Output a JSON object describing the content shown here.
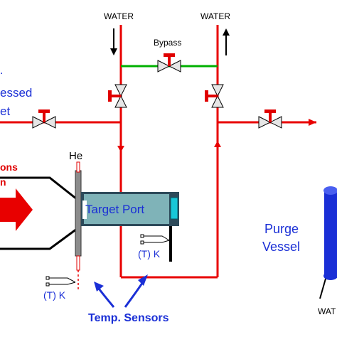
{
  "labels": {
    "water_left": "WATER",
    "water_right": "WATER",
    "bypass": "Bypass",
    "compressed_partial": "essed",
    "compressed_partial_2": "et",
    "compressed_partial_top": ".",
    "helium": "He",
    "ions_partial": "ons",
    "ions_partial_2": "n",
    "target_port": "Target Port",
    "purge_vessel_1": "Purge",
    "purge_vessel_2": "Vessel",
    "sensor_1": "(T) K",
    "sensor_2": "(T) K",
    "temp_sensors": "Temp. Sensors",
    "water_bottom_partial": "WAT"
  },
  "colors": {
    "water_line": "#e80000",
    "bypass_line": "#00b000",
    "label_blue": "#1a2fd6",
    "label_red": "#e00000",
    "target_port_fill": "#7fb3b8",
    "target_port_dark": "#2d4a5a",
    "purge_vessel": "#1a2fd6"
  },
  "icons": {
    "valve": "valve-icon",
    "arrow": "arrow-icon",
    "thermocouple": "thermocouple-icon"
  }
}
